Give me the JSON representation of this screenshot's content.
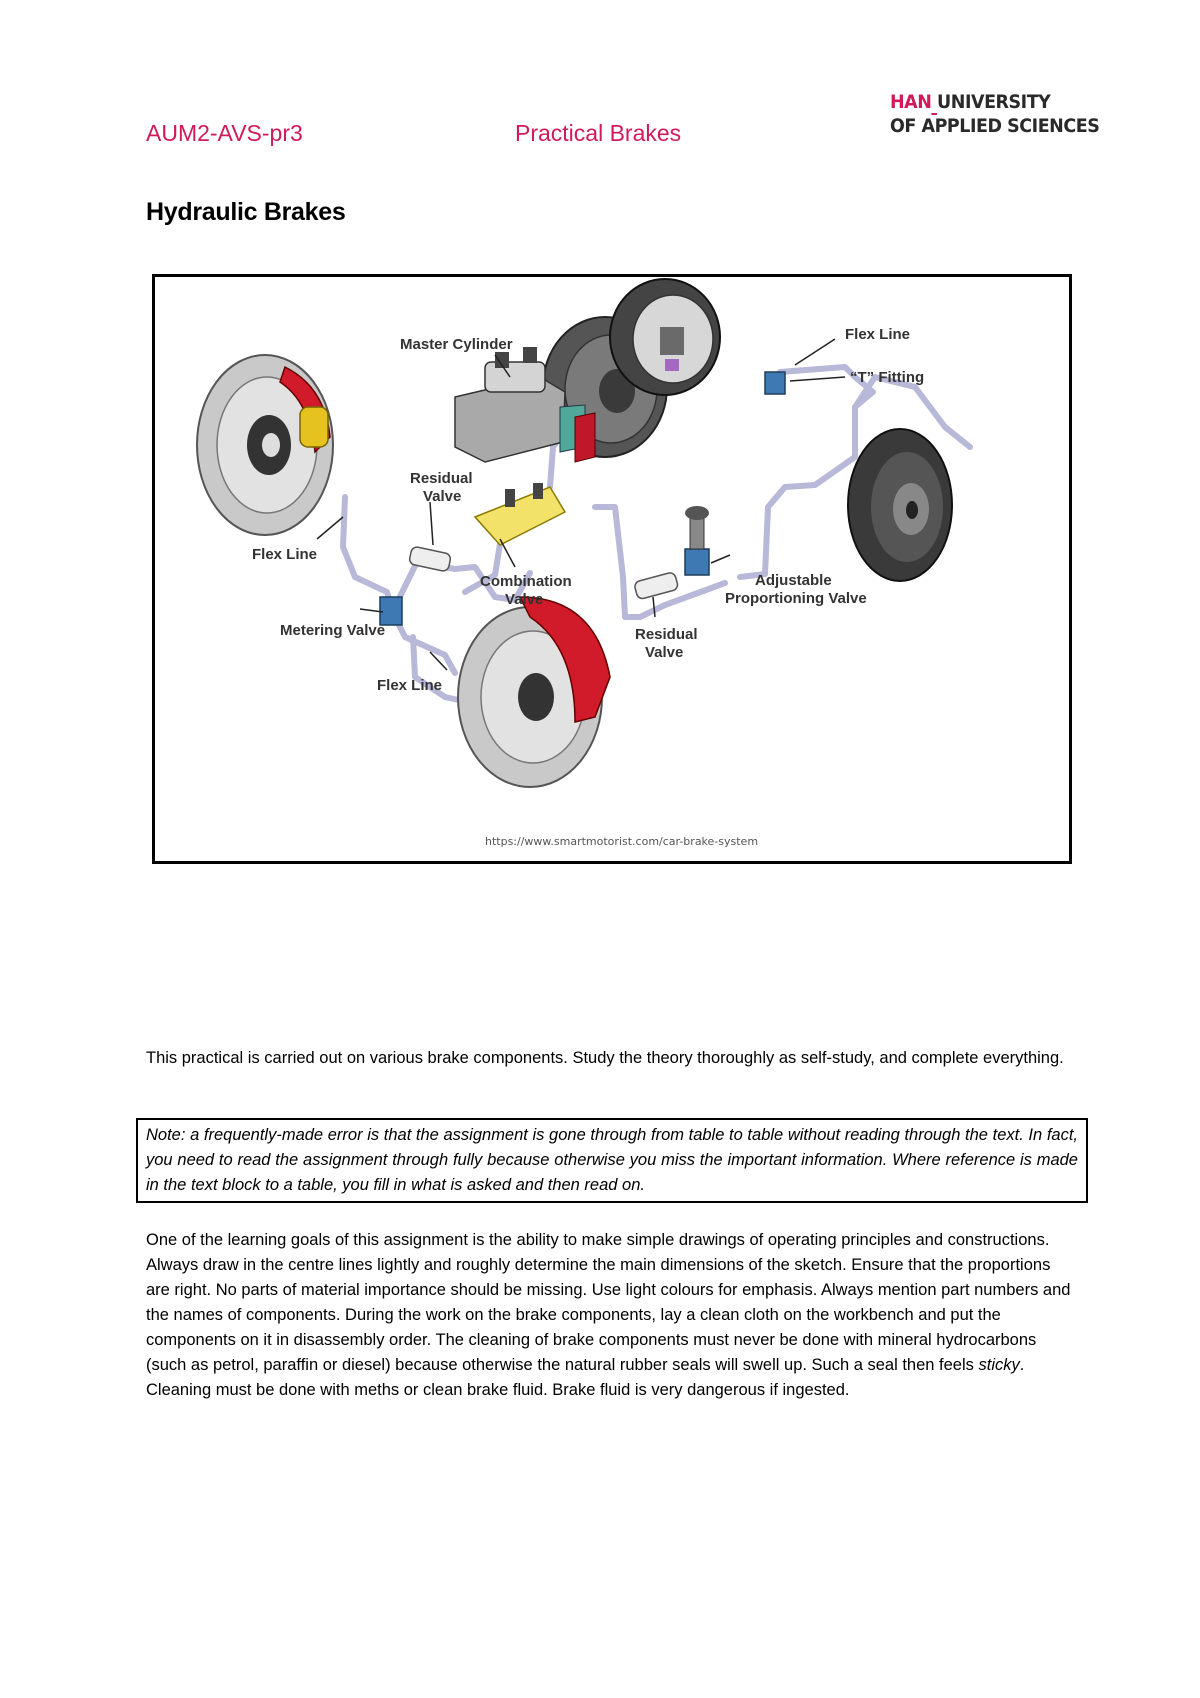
{
  "header": {
    "course_code": "AUM2-AVS-pr3",
    "title": "Practical Brakes",
    "logo": {
      "line1_brand": "HAN",
      "line1_rest": "UNIVERSITY",
      "line2": "OF APPLIED SCIENCES"
    }
  },
  "heading": "Hydraulic Brakes",
  "figure": {
    "labels": {
      "master_cylinder": "Master Cylinder",
      "flex_line_top_right": "Flex Line",
      "t_fitting": "“T” Fitting",
      "residual_valve_left_1": "Residual",
      "residual_valve_left_2": "Valve",
      "flex_line_left": "Flex Line",
      "combination_valve_1": "Combination",
      "combination_valve_2": "Valve",
      "adjustable_1": "Adjustable",
      "adjustable_2": "Proportioning Valve",
      "metering_valve": "Metering Valve",
      "residual_valve_right_1": "Residual",
      "residual_valve_right_2": "Valve",
      "flex_line_bottom": "Flex Line"
    },
    "source_url": "https://www.smartmotorist.com/car-brake-system"
  },
  "paragraph1": "This practical is carried out on various brake components. Study the theory thoroughly as self-study, and complete everything.",
  "note": "Note: a frequently-made error is that the assignment is gone through from table to table without reading through the text. In fact, you need to read the assignment through fully because otherwise you miss the important information. Where reference is made in the text block to a table, you fill in what is asked and then read on.",
  "paragraph2": {
    "part1": "One of the learning goals of this assignment is the ability to make simple drawings of operating principles and constructions. Always draw in the centre lines lightly and roughly determine the main dimensions of the sketch. Ensure that the proportions are right. No parts of material importance should be missing. Use light colours for emphasis. Always mention part numbers and the names of components. During the work on the brake components, lay a clean cloth on the workbench and put the components on it in disassembly order. The cleaning of brake components must never be done with mineral hydrocarbons (such as petrol, paraffin or diesel) because otherwise the natural rubber seals will swell up. Such a seal then feels ",
    "emphasis": "sticky",
    "part2": ". Cleaning must be done with meths or clean brake fluid. Brake fluid is very dangerous if ingested."
  }
}
